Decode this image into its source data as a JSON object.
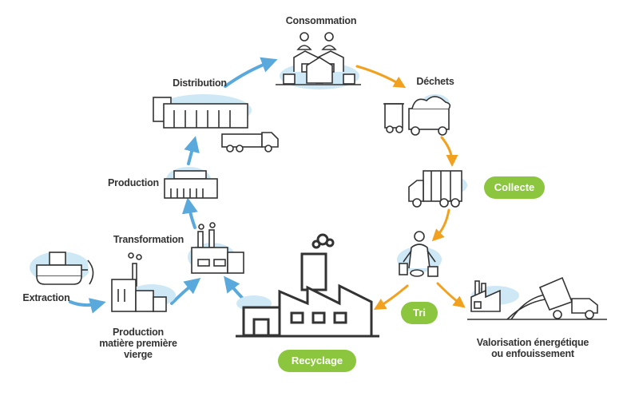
{
  "colors": {
    "blue_arrow": "#5aa9dc",
    "orange_arrow": "#f2a11f",
    "green_pill": "#8cc63f",
    "icon_stroke": "#333333",
    "blob": "#cfe8f6"
  },
  "labels": {
    "consommation": "Consommation",
    "dechets": "Déchets",
    "distribution": "Distribution",
    "production": "Production",
    "transformation": "Transformation",
    "extraction": "Extraction",
    "matiere_line1": "Production",
    "matiere_line2": "matière première",
    "matiere_line3": "vierge",
    "valorisation_line1": "Valorisation énergétique",
    "valorisation_line2": "ou enfouissement"
  },
  "pills": {
    "collecte": "Collecte",
    "tri": "Tri",
    "recyclage": "Recyclage"
  },
  "icons": [
    "consumers-house-icon",
    "garbage-bins-icon",
    "garbage-truck-icon",
    "sorting-person-icon",
    "landfill-truck-icon",
    "recycling-factory-icon",
    "transformation-factory-icon",
    "production-building-icon",
    "distribution-warehouse-icon",
    "bulldozer-icon",
    "raw-material-plant-icon"
  ]
}
